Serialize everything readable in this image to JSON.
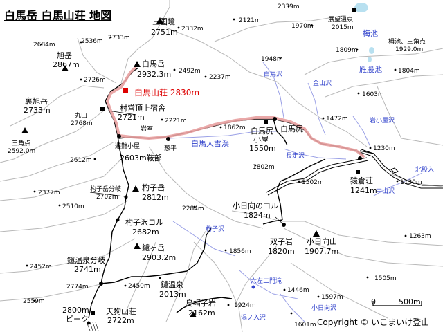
{
  "title": "白馬岳 白馬山荘 地図",
  "copyright": "Copyright © いこまいけ登山",
  "scale_label": "500m",
  "scale_zero": "0",
  "colors": {
    "contour": "#b8b8b8",
    "road": "#000000",
    "route": "#e8a0a0",
    "river": "#3344cc",
    "water": "#b8e0f0",
    "hut": "#dd0000"
  },
  "peaks": [
    {
      "name": "白馬岳",
      "elev": "2932.3m"
    },
    {
      "name": "旭岳",
      "elev": "2867m"
    },
    {
      "name": "三国境",
      "elev": "2751m"
    },
    {
      "name": "裏旭岳",
      "elev": "2733m"
    },
    {
      "name": "杓子岳",
      "elev": "2812m"
    },
    {
      "name": "鑓ヶ岳",
      "elev": "2903.2m"
    },
    {
      "name": "小日向山",
      "elev": "1907.7m"
    },
    {
      "name": "双子岩",
      "elev": "1820m"
    },
    {
      "name": "烏帽子岩",
      "elev": "2162m"
    }
  ],
  "huts": [
    {
      "name": "白馬山荘 2830m"
    },
    {
      "name": "村営頂上宿舎",
      "elev": "2721m"
    },
    {
      "name": "白馬尻",
      "sub": "小屋",
      "elev": "1550m"
    },
    {
      "name": "白馬尻"
    },
    {
      "name": "猿倉荘",
      "elev": "1241m"
    },
    {
      "name": "天狗山荘",
      "elev": "2722m"
    },
    {
      "name": "展望温泉",
      "elev": "2015m"
    }
  ],
  "points": [
    {
      "name": "鑓温泉",
      "elev": "2013m"
    },
    {
      "name": "鑓温泉分岐",
      "elev": "2741m"
    },
    {
      "name": "杓子沢コル",
      "elev": "2682m"
    },
    {
      "name": "杓子岳分岐",
      "elev": "2702m"
    },
    {
      "name": "小日向のコル",
      "elev": "1824m"
    },
    {
      "name": "2800m",
      "sub": "ピーク"
    },
    {
      "name": "丸山",
      "elev": "2768m"
    },
    {
      "name": "避難小屋",
      "elev": "2603m鞍部"
    },
    {
      "name": "岩室"
    },
    {
      "name": "葱平"
    },
    {
      "name": "三角点",
      "elev": "2592.0m"
    },
    {
      "name": "梅池"
    },
    {
      "name": "雁股池"
    },
    {
      "name": "栂池、三角点",
      "elev": "1929.0m"
    }
  ],
  "rivers": [
    "白馬大雪渓",
    "白馬沢",
    "金山沢",
    "岩小屋沢",
    "長走沢",
    "北股入",
    "中山沢",
    "杓子沢",
    "六左エ門滝",
    "小日向沢",
    "湯ノ入沢"
  ],
  "spot_heights": [
    "2339m",
    "2121m",
    "2332m",
    "1970m",
    "2684m",
    "2536m",
    "2733m",
    "2492m",
    "2237m",
    "1948m",
    "1809m",
    "1804m",
    "2726m",
    "1603m",
    "1472m",
    "2221m",
    "1862m",
    "1230m",
    "2612m",
    "1802m",
    "1502m",
    "1130m",
    "2377m",
    "2510m",
    "2284m",
    "2452m",
    "2450m",
    "1856m",
    "1446m",
    "1263m",
    "1597m",
    "1505m",
    "2774m",
    "2559m",
    "1924m",
    "1601m"
  ]
}
